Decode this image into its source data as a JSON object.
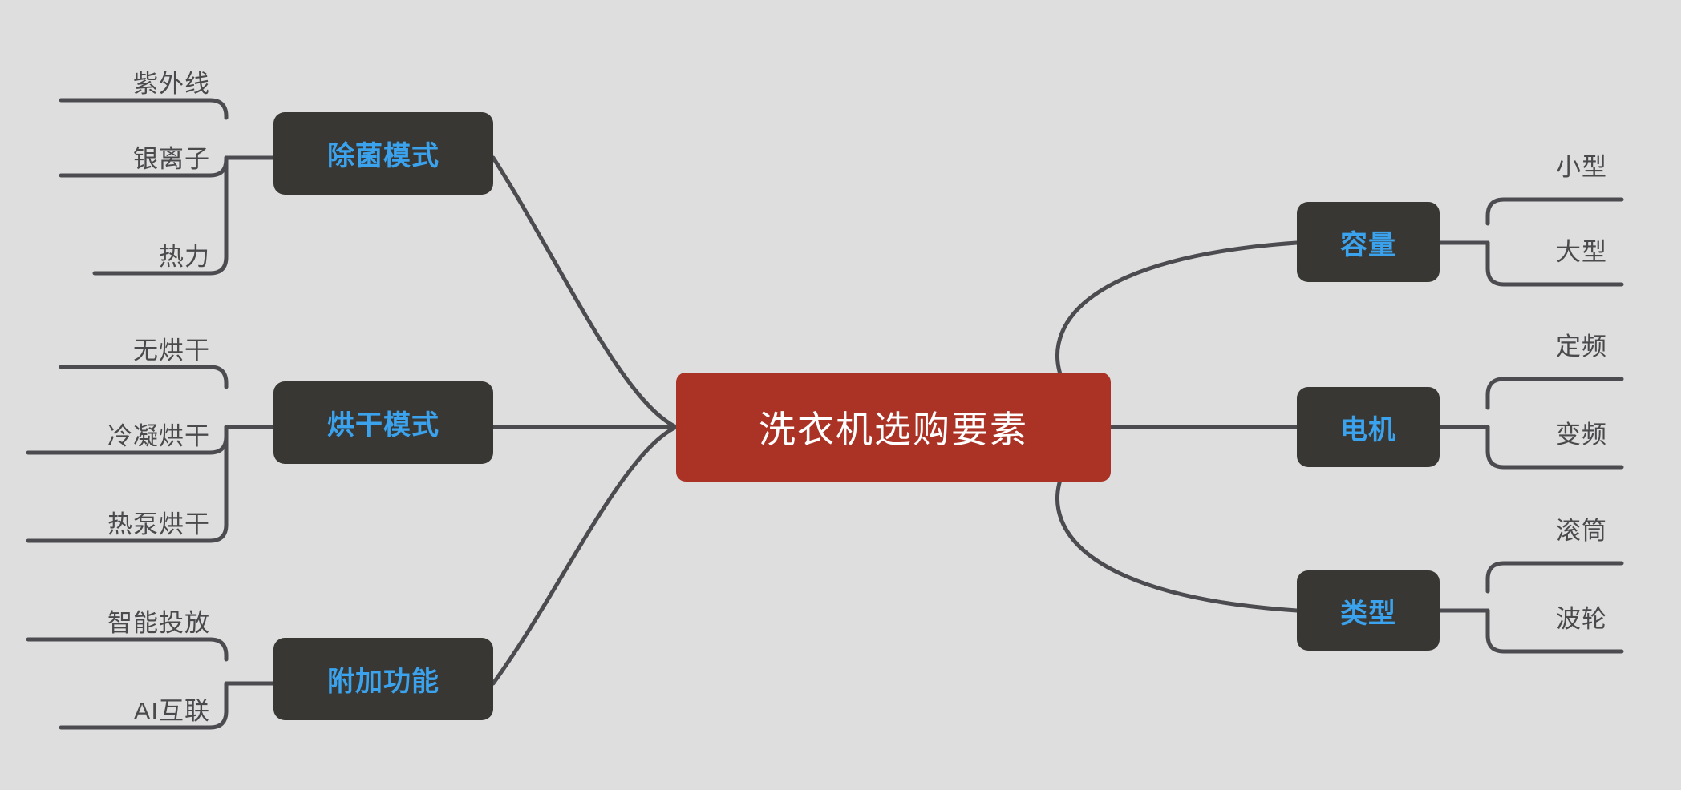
{
  "diagram": {
    "type": "mind-map",
    "title": "洗衣机选购要素",
    "background_color": "#dedede",
    "center_node_color": "#ab3326",
    "branch_node_color": "#383733",
    "branch_text_color": "#3ba2ed",
    "leaf_text_color": "#4a4a4d",
    "connector_color": "#4c4c50",
    "center": {
      "label": "洗衣机选购要素"
    },
    "branches": [
      {
        "id": "sterilize",
        "label": "除菌模式",
        "side": "left",
        "leaves": [
          {
            "label": "紫外线"
          },
          {
            "label": "银离子"
          },
          {
            "label": "热力"
          }
        ]
      },
      {
        "id": "drying",
        "label": "烘干模式",
        "side": "left",
        "leaves": [
          {
            "label": "无烘干"
          },
          {
            "label": "冷凝烘干"
          },
          {
            "label": "热泵烘干"
          }
        ]
      },
      {
        "id": "extra",
        "label": "附加功能",
        "side": "left",
        "leaves": [
          {
            "label": "智能投放"
          },
          {
            "label": "AI互联"
          }
        ]
      },
      {
        "id": "capacity",
        "label": "容量",
        "side": "right",
        "leaves": [
          {
            "label": "小型"
          },
          {
            "label": "大型"
          }
        ]
      },
      {
        "id": "motor",
        "label": "电机",
        "side": "right",
        "leaves": [
          {
            "label": "定频"
          },
          {
            "label": "变频"
          }
        ]
      },
      {
        "id": "machine_type",
        "label": "类型",
        "side": "right",
        "leaves": [
          {
            "label": "滚筒"
          },
          {
            "label": "波轮"
          }
        ]
      }
    ]
  }
}
